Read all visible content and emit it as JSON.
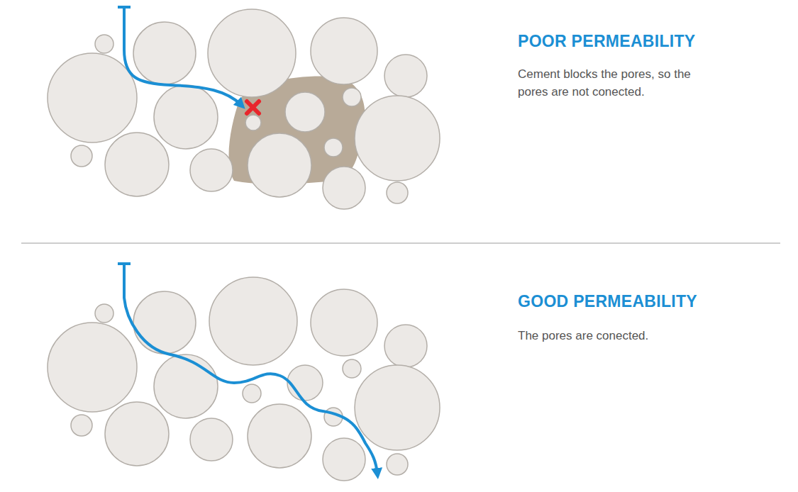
{
  "diagram": {
    "labels": [
      "POOR PERMEABILITY",
      "Cement blocks the pores, so the pores are not conected.",
      "GOOD PERMEABILITY",
      "The pores are conected."
    ]
  }
}
